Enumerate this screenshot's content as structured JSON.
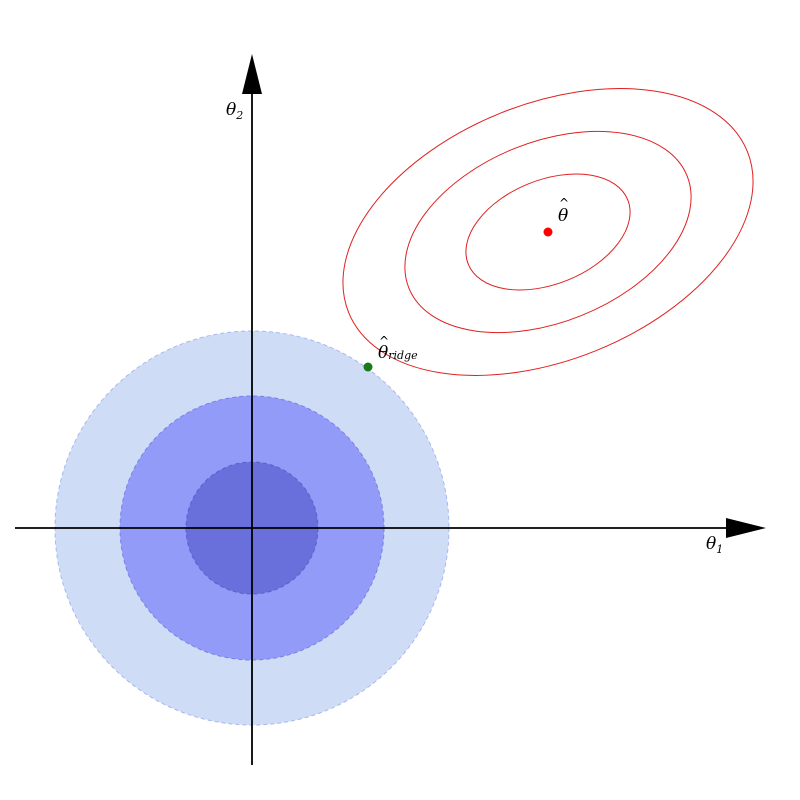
{
  "axes": {
    "x_label": {
      "main": "θ",
      "sub": "1"
    },
    "y_label": {
      "main": "θ",
      "sub": "2"
    }
  },
  "constraint_region": {
    "colors": [
      "#cfdcf6",
      "#939bf8",
      "#6a70db"
    ],
    "border_color": "#8890e0"
  },
  "loss_contours": {
    "color": "#e02020",
    "optimum_label": "θ",
    "optimum_color": "#ff0000"
  },
  "ridge_solution": {
    "label_main": "θ",
    "label_sub": "ridge",
    "color": "#1a7a1a"
  }
}
